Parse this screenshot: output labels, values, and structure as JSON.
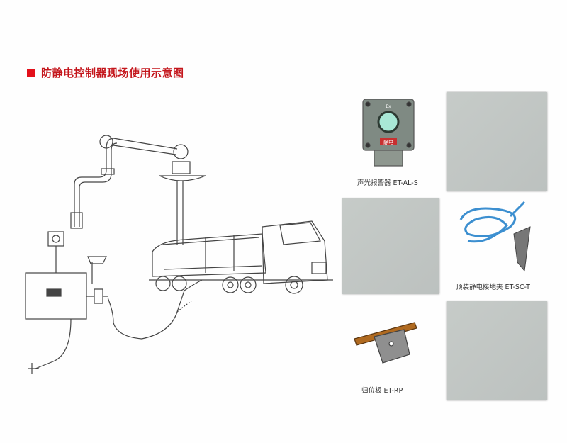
{
  "title": "防静电控制器现场使用示意图",
  "products": [
    {
      "label": "声光报警器 ET-AL-S",
      "badge": "静电",
      "mark": "Ex"
    },
    {
      "label": "顶装静电接地夹 ET-SC-T"
    },
    {
      "label": "归位板 ET-RP"
    }
  ],
  "colors": {
    "accent": "#e3101a",
    "placeholder": "#c2c7c5"
  }
}
